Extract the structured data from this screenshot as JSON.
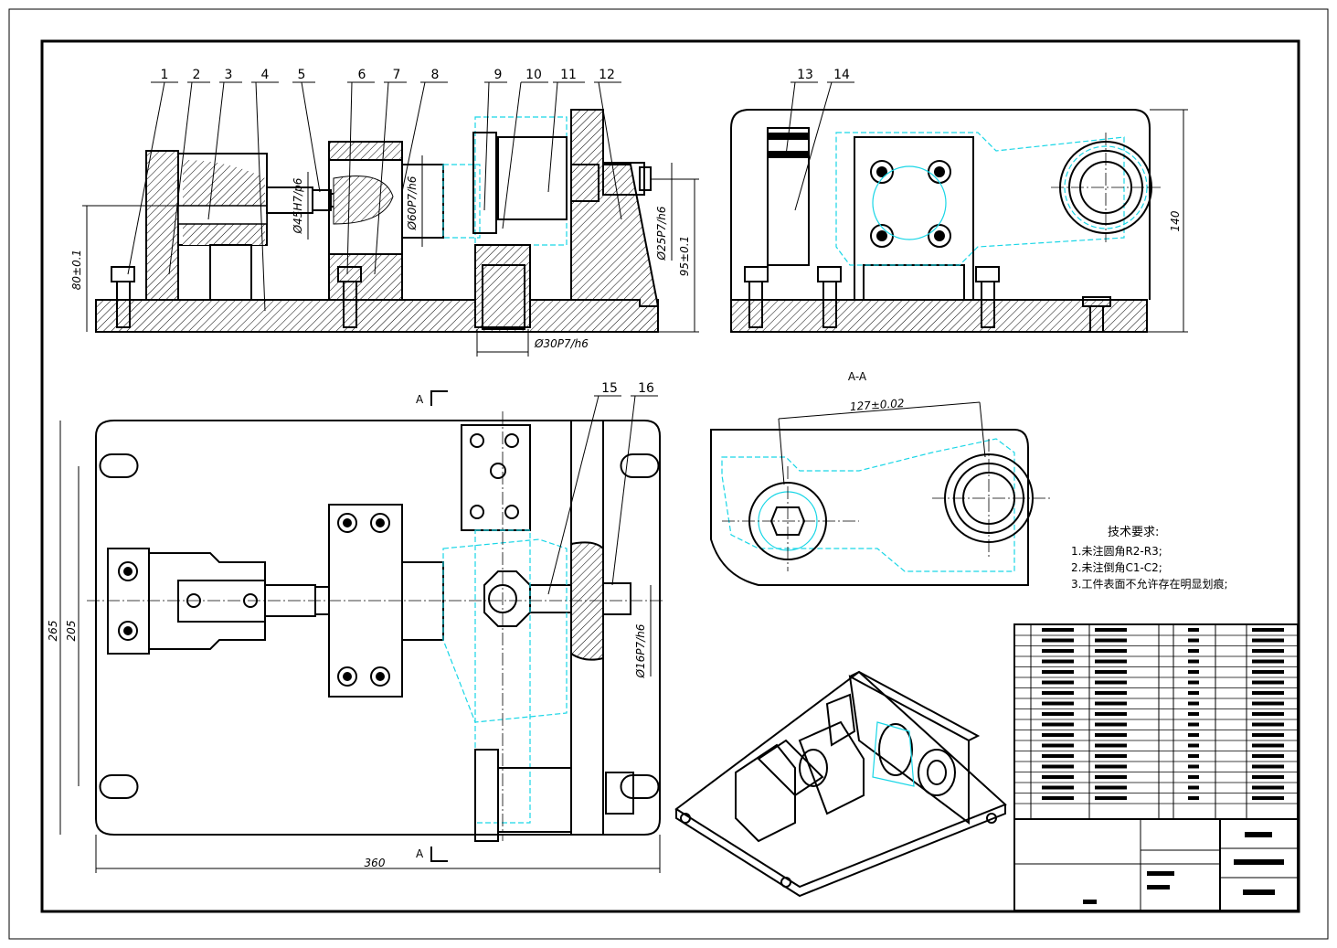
{
  "views": {
    "front": {
      "part_numbers": [
        "1",
        "2",
        "3",
        "4",
        "5",
        "6",
        "7",
        "8",
        "9",
        "10",
        "11",
        "12"
      ],
      "dims": [
        "80±0.1",
        "95±0.1",
        "Ø45H7/p6",
        "Ø60P7/h6",
        "Ø25P7/h6",
        "Ø30P7/h6"
      ]
    },
    "side": {
      "part_numbers": [
        "13",
        "14"
      ],
      "dims": [
        "140"
      ]
    },
    "plan": {
      "part_numbers": [
        "15",
        "16"
      ],
      "dims": [
        "265",
        "205",
        "360",
        "Ø16P7/h6"
      ],
      "section_marks": [
        "A",
        "A"
      ]
    },
    "section": {
      "title": "A-A",
      "dims": [
        "127±0.02"
      ]
    }
  },
  "notes": {
    "heading": "技术要求:",
    "items": [
      "1.未注圆角R2-R3;",
      "2.未注倒角C1-C2;",
      "3.工件表面不允许存在明显划痕;"
    ]
  },
  "colors": {
    "outline": "#000000",
    "hidden_lines": "#19d6e6",
    "background": "#ffffff"
  }
}
